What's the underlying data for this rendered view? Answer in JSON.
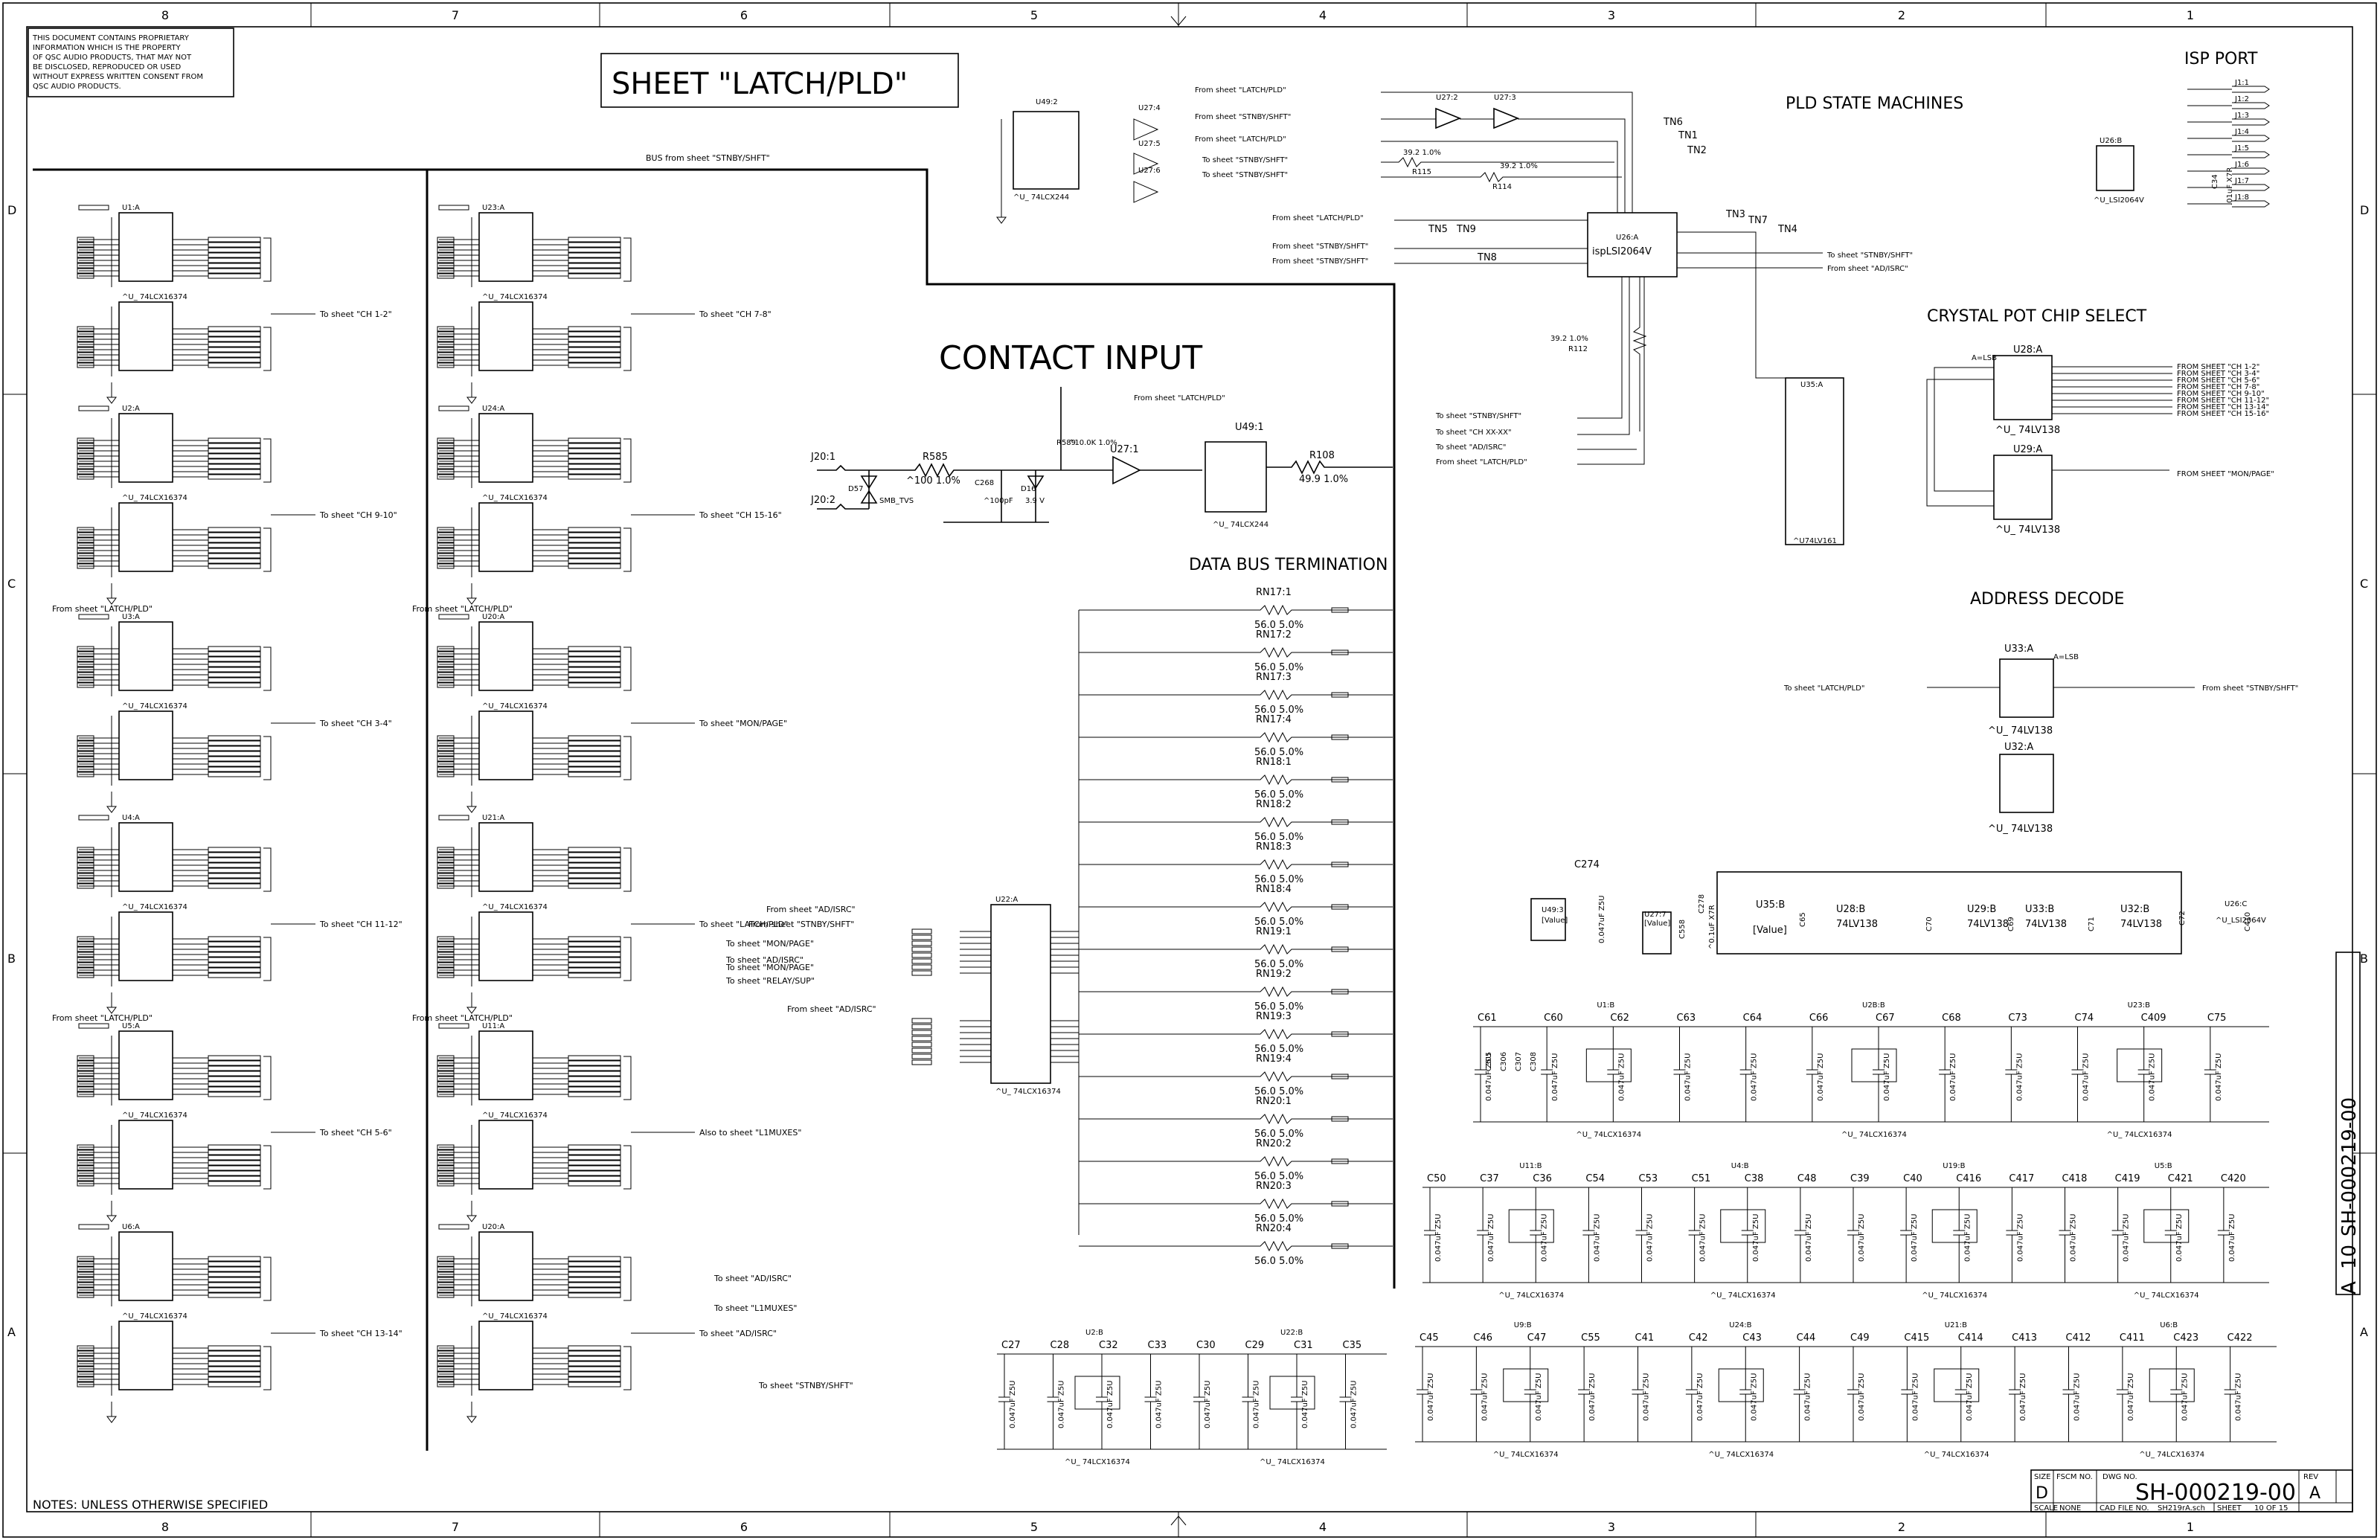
{
  "notice": [
    "THIS DOCUMENT CONTAINS PROPRIETARY",
    "INFORMATION WHICH IS THE PROPERTY",
    "OF QSC AUDIO PRODUCTS, THAT MAY NOT",
    "BE DISCLOSED, REPRODUCED OR USED",
    "WITHOUT EXPRESS WRITTEN CONSENT FROM",
    "QSC AUDIO PRODUCTS."
  ],
  "sheet_title": "SHEET \"LATCH/PLD\"",
  "zone_numbers": [
    "8",
    "7",
    "6",
    "5",
    "4",
    "3",
    "2",
    "1"
  ],
  "zone_letters": [
    "D",
    "C",
    "B",
    "A"
  ],
  "section_titles": {
    "contact_input": "CONTACT INPUT",
    "pld_state_machines": "PLD STATE MACHINES",
    "isp_port": "ISP PORT",
    "crystal_pot": "CRYSTAL POT CHIP SELECT",
    "address_decode": "ADDRESS DECODE",
    "data_bus_term": "DATA BUS TERMINATION"
  },
  "bus_label": "BUS from sheet \"STNBY/SHFT\"",
  "latch_part": "^U_ 74LCX16374",
  "latch_left": [
    {
      "ref": "U1:A",
      "to1": "To sheet \"CH 1-2\"",
      "ref2": "U2:A",
      "to2": "To sheet \"CH 9-10\"",
      "from": "From sheet \"LATCH/PLD\""
    },
    {
      "ref": "U3:A",
      "to1": "To sheet \"CH 3-4\"",
      "ref2": "U4:A",
      "to2": "To sheet \"CH 11-12\"",
      "from": "From sheet \"LATCH/PLD\""
    },
    {
      "ref": "U5:A",
      "to1": "To sheet \"CH 5-6\"",
      "ref2": "U6:A",
      "to2": "To sheet \"CH 13-14\"",
      "from": "From sheet \"LATCH/PLD\""
    }
  ],
  "latch_mid": [
    {
      "ref": "U23:A",
      "to1": "To sheet \"CH 7-8\"",
      "ref2": "U24:A",
      "to2": "To sheet \"CH 15-16\"",
      "from": "From sheet \"LATCH/PLD\""
    },
    {
      "ref": "U20:A",
      "to1": "To sheet \"MON/PAGE\"",
      "ref2": "U21:A",
      "to2": "To sheet \"LATCH/PLD\"",
      "from": "From sheet \"LATCH/PLD\""
    },
    {
      "ref": "U11:A",
      "to1": "Also to sheet \"L1MUXES\"",
      "ref2": "U20:A",
      "to2": "To sheet \"AD/ISRC\"",
      "from": "From sheet \"LATCH/PLD\""
    }
  ],
  "mid_bottom_labels": [
    "To sheet \"AD/ISRC\"",
    "To sheet \"L1MUXES\"",
    "To sheet \"STNBY/SHFT\""
  ],
  "u22_labels": {
    "ref": "U22:A",
    "from1": "From sheet \"AD/ISRC\"",
    "from2": "From sheet \"STNBY/SHFT\"",
    "from3": "From sheet \"AD/ISRC\"",
    "to": [
      "To sheet \"MON/PAGE\"",
      "To sheet \"AD/ISRC\"",
      "To sheet \"MON/PAGE\"",
      "To sheet \"RELAY/SUP\""
    ]
  },
  "contact": {
    "j1": "J20:1",
    "j2": "J20:2",
    "d57": "D57",
    "smb": "SMB_TVS",
    "r585": "R585",
    "r585v": "^100 1.0%",
    "c268": "C268",
    "c268v": "^100pF",
    "d16": "D16",
    "d16v": "3.9 V",
    "r589": "R589",
    "r589v": "^10.0K 1.0%",
    "u27": "U27:1",
    "u49": "U49:1",
    "u49part": "^U_ 74LCX244",
    "from": "From sheet \"LATCH/PLD\"",
    "r108": "R108",
    "r108v": "49.9 1.0%"
  },
  "u49_2": {
    "ref": "U49:2",
    "part": "^U_ 74LCX244"
  },
  "u27_gates": [
    "U27:4",
    "U27:5",
    "U27:6"
  ],
  "rn": [
    {
      "ref": "RN17:1",
      "val": "56.0 5.0%"
    },
    {
      "ref": "RN17:2",
      "val": "56.0 5.0%"
    },
    {
      "ref": "RN17:3",
      "val": "56.0 5.0%"
    },
    {
      "ref": "RN17:4",
      "val": "56.0 5.0%"
    },
    {
      "ref": "RN18:1",
      "val": "56.0 5.0%"
    },
    {
      "ref": "RN18:2",
      "val": "56.0 5.0%"
    },
    {
      "ref": "RN18:3",
      "val": "56.0 5.0%"
    },
    {
      "ref": "RN18:4",
      "val": "56.0 5.0%"
    },
    {
      "ref": "RN19:1",
      "val": "56.0 5.0%"
    },
    {
      "ref": "RN19:2",
      "val": "56.0 5.0%"
    },
    {
      "ref": "RN19:3",
      "val": "56.0 5.0%"
    },
    {
      "ref": "RN19:4",
      "val": "56.0 5.0%"
    },
    {
      "ref": "RN20:1",
      "val": "56.0 5.0%"
    },
    {
      "ref": "RN20:2",
      "val": "56.0 5.0%"
    },
    {
      "ref": "RN20:3",
      "val": "56.0 5.0%"
    },
    {
      "ref": "RN20:4",
      "val": "56.0 5.0%"
    }
  ],
  "pld": {
    "from_list": [
      "From sheet \"LATCH/PLD\"",
      "From sheet \"STNBY/SHFT\"",
      "From sheet \"LATCH/PLD\"",
      "To sheet \"STNBY/SHFT\"",
      "To sheet \"STNBY/SHFT\""
    ],
    "u27_2": "U27:2",
    "u27_3": "U27:3",
    "r115": "R115",
    "r115v": "39.2 1.0%",
    "r114": "R114",
    "r114v": "39.2 1.0%",
    "tn": [
      "TN6",
      "TN1",
      "TN2",
      "TN3",
      "TN7",
      "TN4",
      "TN5",
      "TN9",
      "TN8"
    ],
    "u26": "U26:A",
    "u26part": "ispLSI2064V",
    "in_labels": [
      "From sheet \"LATCH/PLD\"",
      "From sheet \"STNBY/SHFT\"",
      "From sheet \"STNBY/SHFT\""
    ],
    "out_labels": [
      "To sheet \"STNBY/SHFT\"",
      "From sheet \"AD/ISRC\""
    ],
    "r112": "R112",
    "r112v": "39.2 1.0%",
    "u35": "U35:A",
    "u35part": "^U74LV161",
    "bottom_labels": [
      "To sheet \"STNBY/SHFT\"",
      "To sheet \"CH XX-XX\"",
      "To sheet \"AD/ISRC\"",
      "From sheet \"LATCH/PLD\""
    ]
  },
  "isp": {
    "u26b": "U26:B",
    "u26bpart": "^U_LSI2064V",
    "c34": "C34",
    "c34v": ".01uF X7R",
    "pins": [
      "J1:1",
      "J1:2",
      "J1:3",
      "J1:4",
      "J1:5",
      "J1:6",
      "J1:7",
      "J1:8"
    ]
  },
  "crystal": {
    "u28": "U28:A",
    "u28part": "^U_ 74LV138",
    "u29": "U29:A",
    "u29part": "^U_ 74LV138",
    "lsb": "A=LSB",
    "from": [
      "FROM SHEET \"CH 1-2\"",
      "FROM SHEET \"CH 3-4\"",
      "FROM SHEET \"CH 5-6\"",
      "FROM SHEET \"CH 7-8\"",
      "FROM SHEET \"CH 9-10\"",
      "FROM SHEET \"CH 11-12\"",
      "FROM SHEET \"CH 13-14\"",
      "FROM SHEET \"CH 15-16\""
    ],
    "mon": "FROM SHEET \"MON/PAGE\""
  },
  "addr": {
    "u33": "U33:A",
    "u33part": "^U_ 74LV138",
    "u32": "U32:A",
    "u32part": "^U_ 74LV138",
    "lsb": "A=LSB",
    "to": "To sheet \"LATCH/PLD\"",
    "from": "From sheet \"STNBY/SHFT\""
  },
  "power": {
    "c274": "C274",
    "c274v": "0.047uF Z5U",
    "u49_3": "U49:3",
    "u49_3v": "[Value]",
    "u27_7": "U27:7",
    "u27_7v": "[Value]",
    "c558": "C558",
    "c278": "C278",
    "c278v": "^0.1uF X7R",
    "u35b": "U35:B",
    "u35bv": "[Value]",
    "c65": "C65",
    "u28b": "U28:B",
    "u29b": "U29:B",
    "u33b": "U33:B",
    "u32b": "U32:B",
    "u26c": "U26:C",
    "lv138": "74LV138",
    "u26cpart": "^U_LSI2064V",
    "c70": "C70",
    "c69": "C69",
    "c71": "C71",
    "c72": "C72",
    "c410": "C410",
    "capv": "0.047uF Z5U"
  },
  "decoupling_rows": [
    {
      "caps": [
        "C61",
        "C60",
        "C62",
        "C63",
        "C64",
        "C66",
        "C67",
        "C68",
        "C73",
        "C74",
        "C409",
        "C75"
      ],
      "chips": [
        "U1:B",
        "U2B:B",
        "U23:B"
      ],
      "extra": [
        "C305",
        "C306",
        "C307",
        "C308"
      ]
    },
    {
      "caps": [
        "C50",
        "C37",
        "C36",
        "C54",
        "C53",
        "C51",
        "C38",
        "C48",
        "C39",
        "C40",
        "C416",
        "C417",
        "C418",
        "C419",
        "C421",
        "C420"
      ],
      "chips": [
        "U11:B",
        "U4:B",
        "U19:B",
        "U5:B"
      ]
    },
    {
      "caps": [
        "C45",
        "C46",
        "C47",
        "C55",
        "C41",
        "C42",
        "C43",
        "C44",
        "C49",
        "C415",
        "C414",
        "C413",
        "C412",
        "C411",
        "C423",
        "C422"
      ],
      "chips": [
        "U9:B",
        "U24:B",
        "U21:B",
        "U6:B"
      ]
    },
    {
      "caps": [
        "C27",
        "C28",
        "C32",
        "C33",
        "C30",
        "C29",
        "C31",
        "C35"
      ],
      "chips": [
        "U2:B",
        "U22:B"
      ]
    }
  ],
  "cap_value": "0.047uF Z5U",
  "chip_part": "^U_ 74LCX16374",
  "notes": "NOTES: UNLESS OTHERWISE SPECIFIED",
  "title_block": {
    "size_label": "SIZE",
    "size": "D",
    "fscm_label": "FSCM NO.",
    "dwg_label": "DWG NO.",
    "dwg_no": "SH-000219-00",
    "rev_label": "REV",
    "rev": "A",
    "scale_label": "SCALE",
    "scale": "NONE",
    "cad_label": "CAD FILE NO.",
    "cad": "SH219rA.sch",
    "sheet_label": "SHEET",
    "sheet": "10 OF 15"
  },
  "side_stamp": {
    "rev": "A",
    "sheet": "10",
    "dwg": "SH-000219-00"
  }
}
